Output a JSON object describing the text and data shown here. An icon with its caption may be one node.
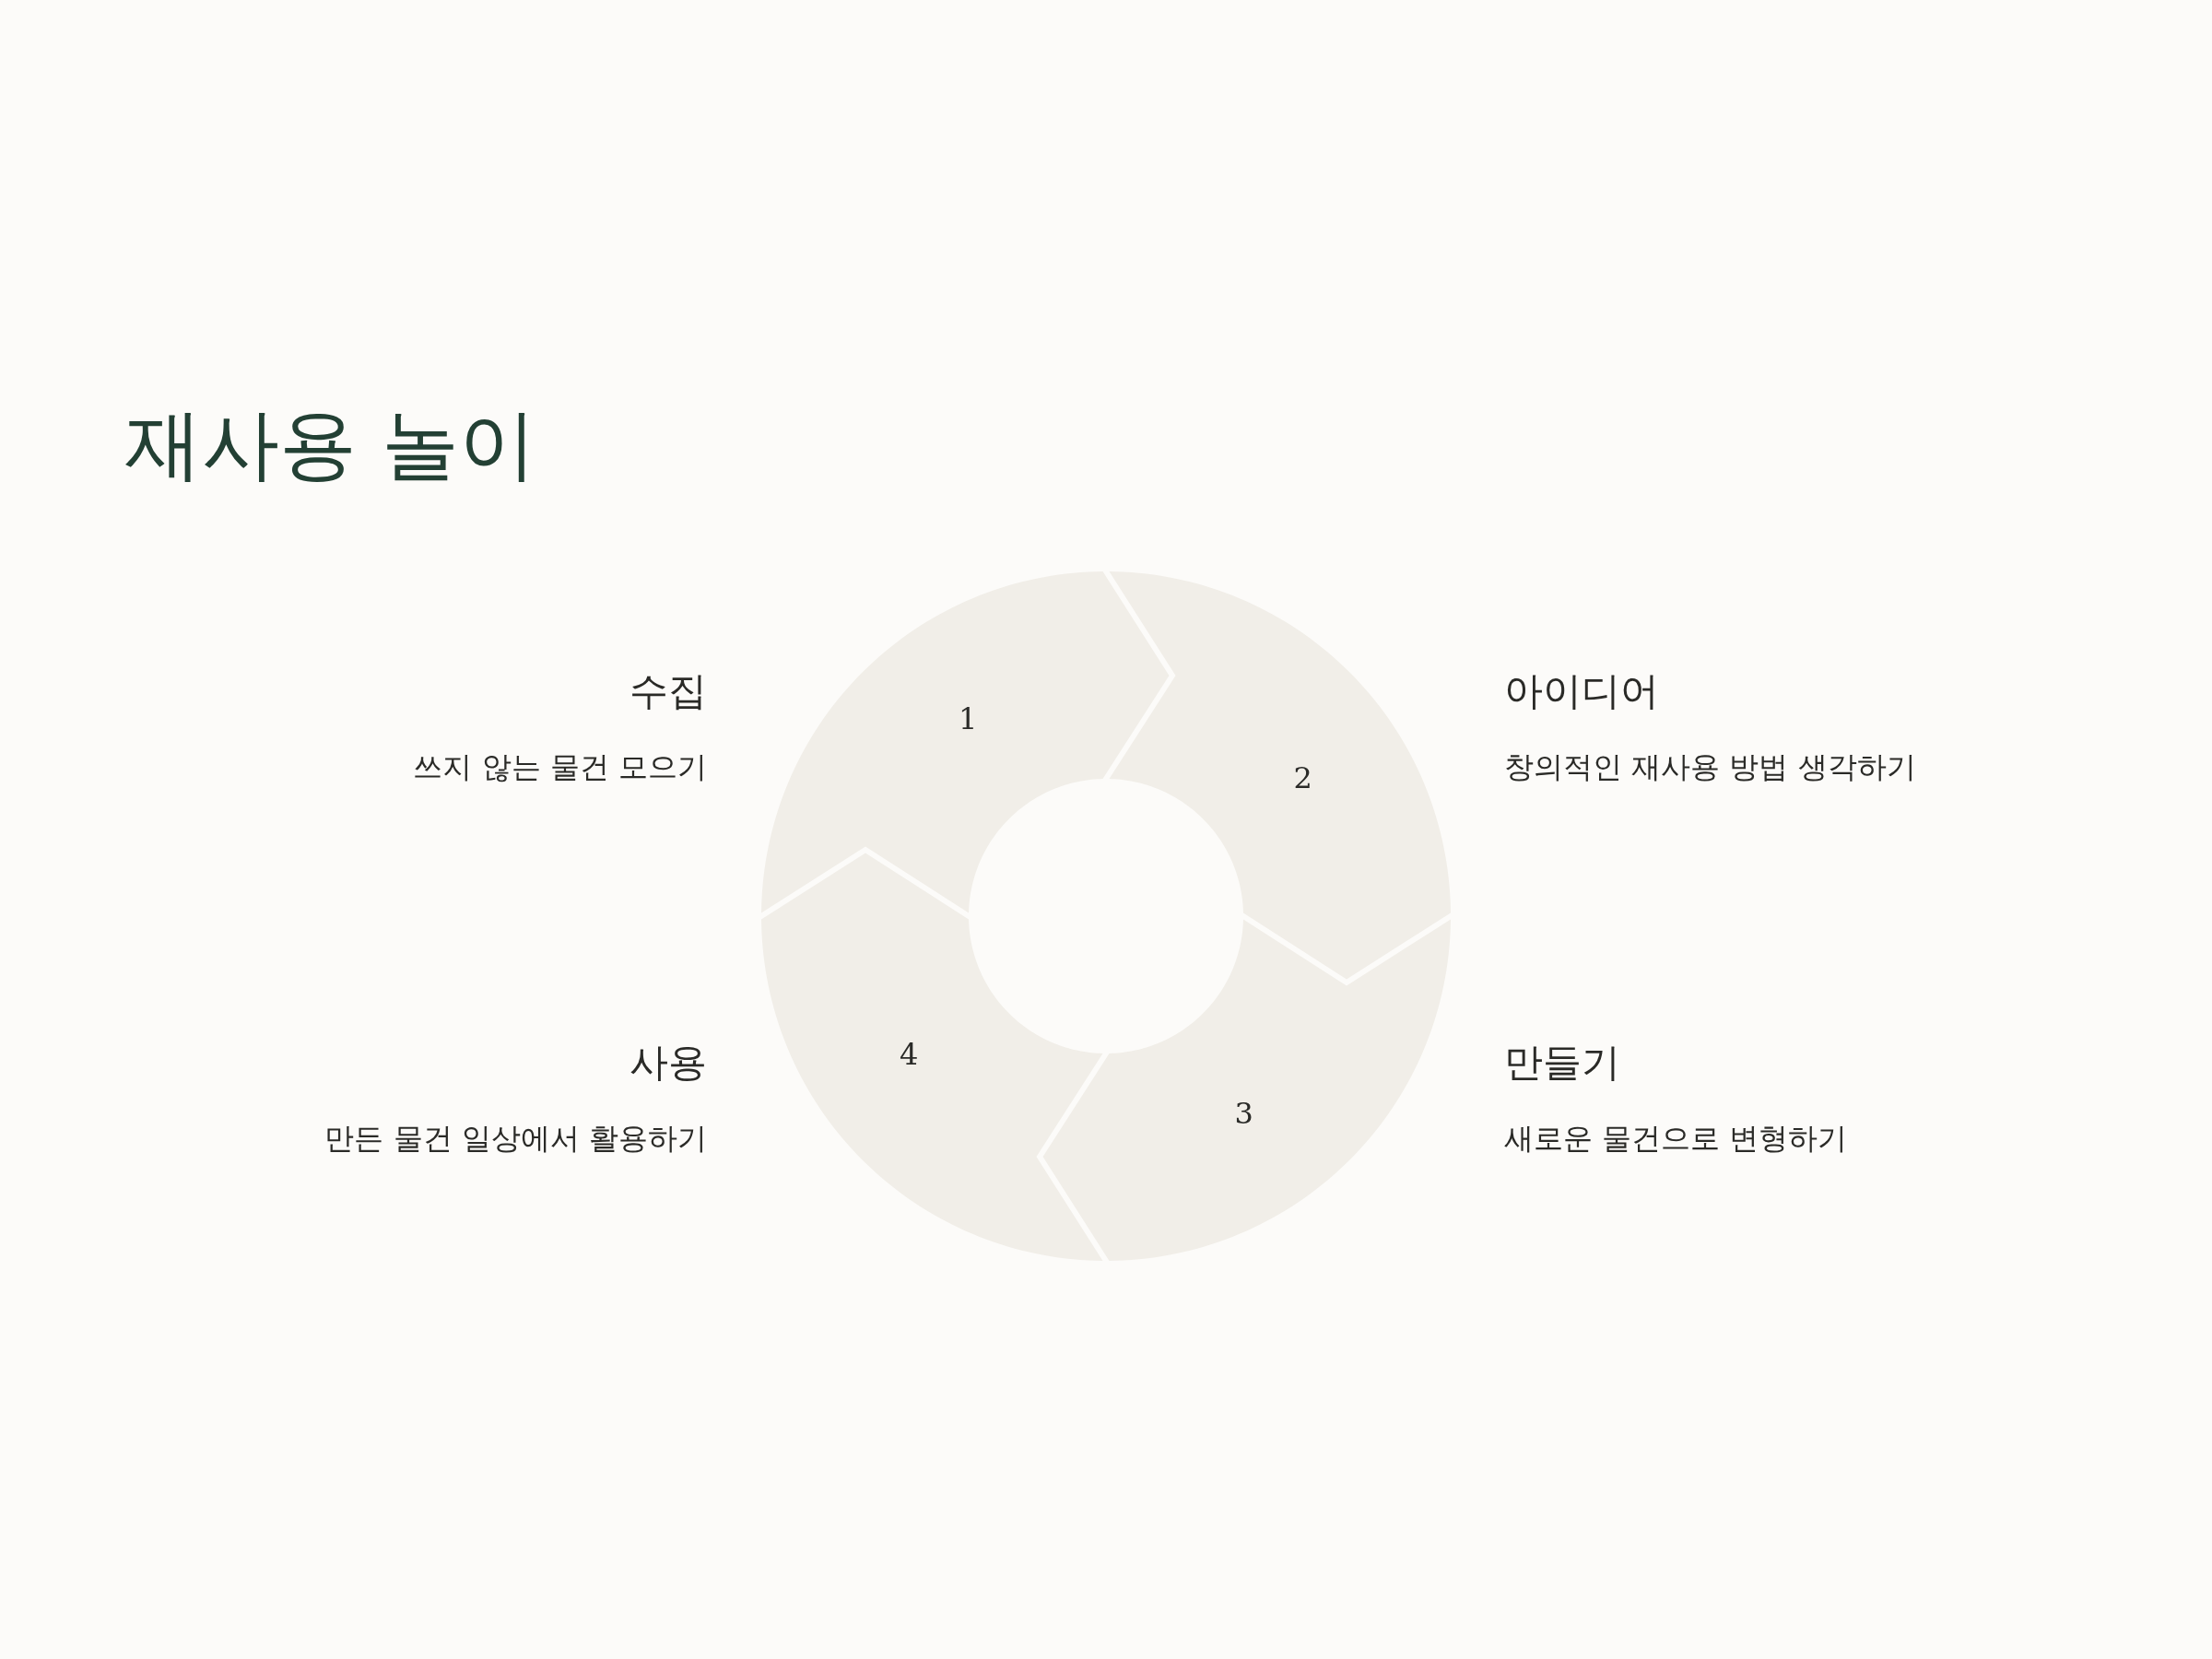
{
  "diagram": {
    "title": "재사용 놀이",
    "nodes": [
      {
        "text": [
          "1"
        ],
        "beside": [
          "수집",
          "쓰지 않는 물건 모으기"
        ]
      },
      {
        "text": [
          "2"
        ],
        "beside": [
          "아이디어",
          "창의적인 재사용 방법 생각하기"
        ]
      },
      {
        "text": [
          "3"
        ],
        "beside": [
          "만들기",
          "새로운 물건으로 변형하기"
        ]
      },
      {
        "text": [
          "4"
        ],
        "beside": [
          "사용",
          "만든 물건 일상에서 활용하기"
        ]
      }
    ]
  }
}
